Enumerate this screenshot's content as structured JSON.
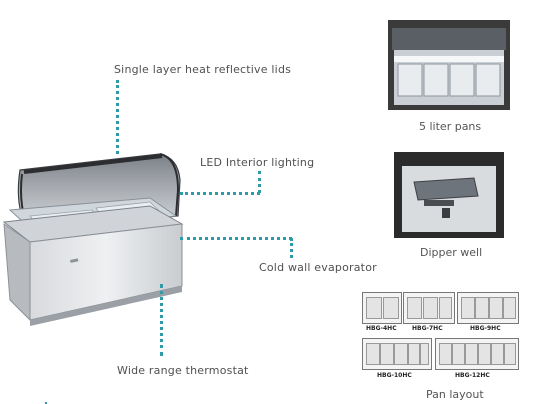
{
  "features": {
    "lids": "Single layer heat reflective lids",
    "lighting": "LED Interior lighting",
    "evaporator": "Cold wall evaporator",
    "thermostat": "Wide range thermostat"
  },
  "captions": {
    "pans": "5 liter pans",
    "dipper": "Dipper well",
    "layout": "Pan layout"
  },
  "pan_layouts": [
    "HBG-4HC",
    "HBG-7HC",
    "HBG-9HC",
    "HBG-10HC",
    "HBG-12HC"
  ],
  "colors": {
    "accent_dots": "#2f9aa8"
  }
}
